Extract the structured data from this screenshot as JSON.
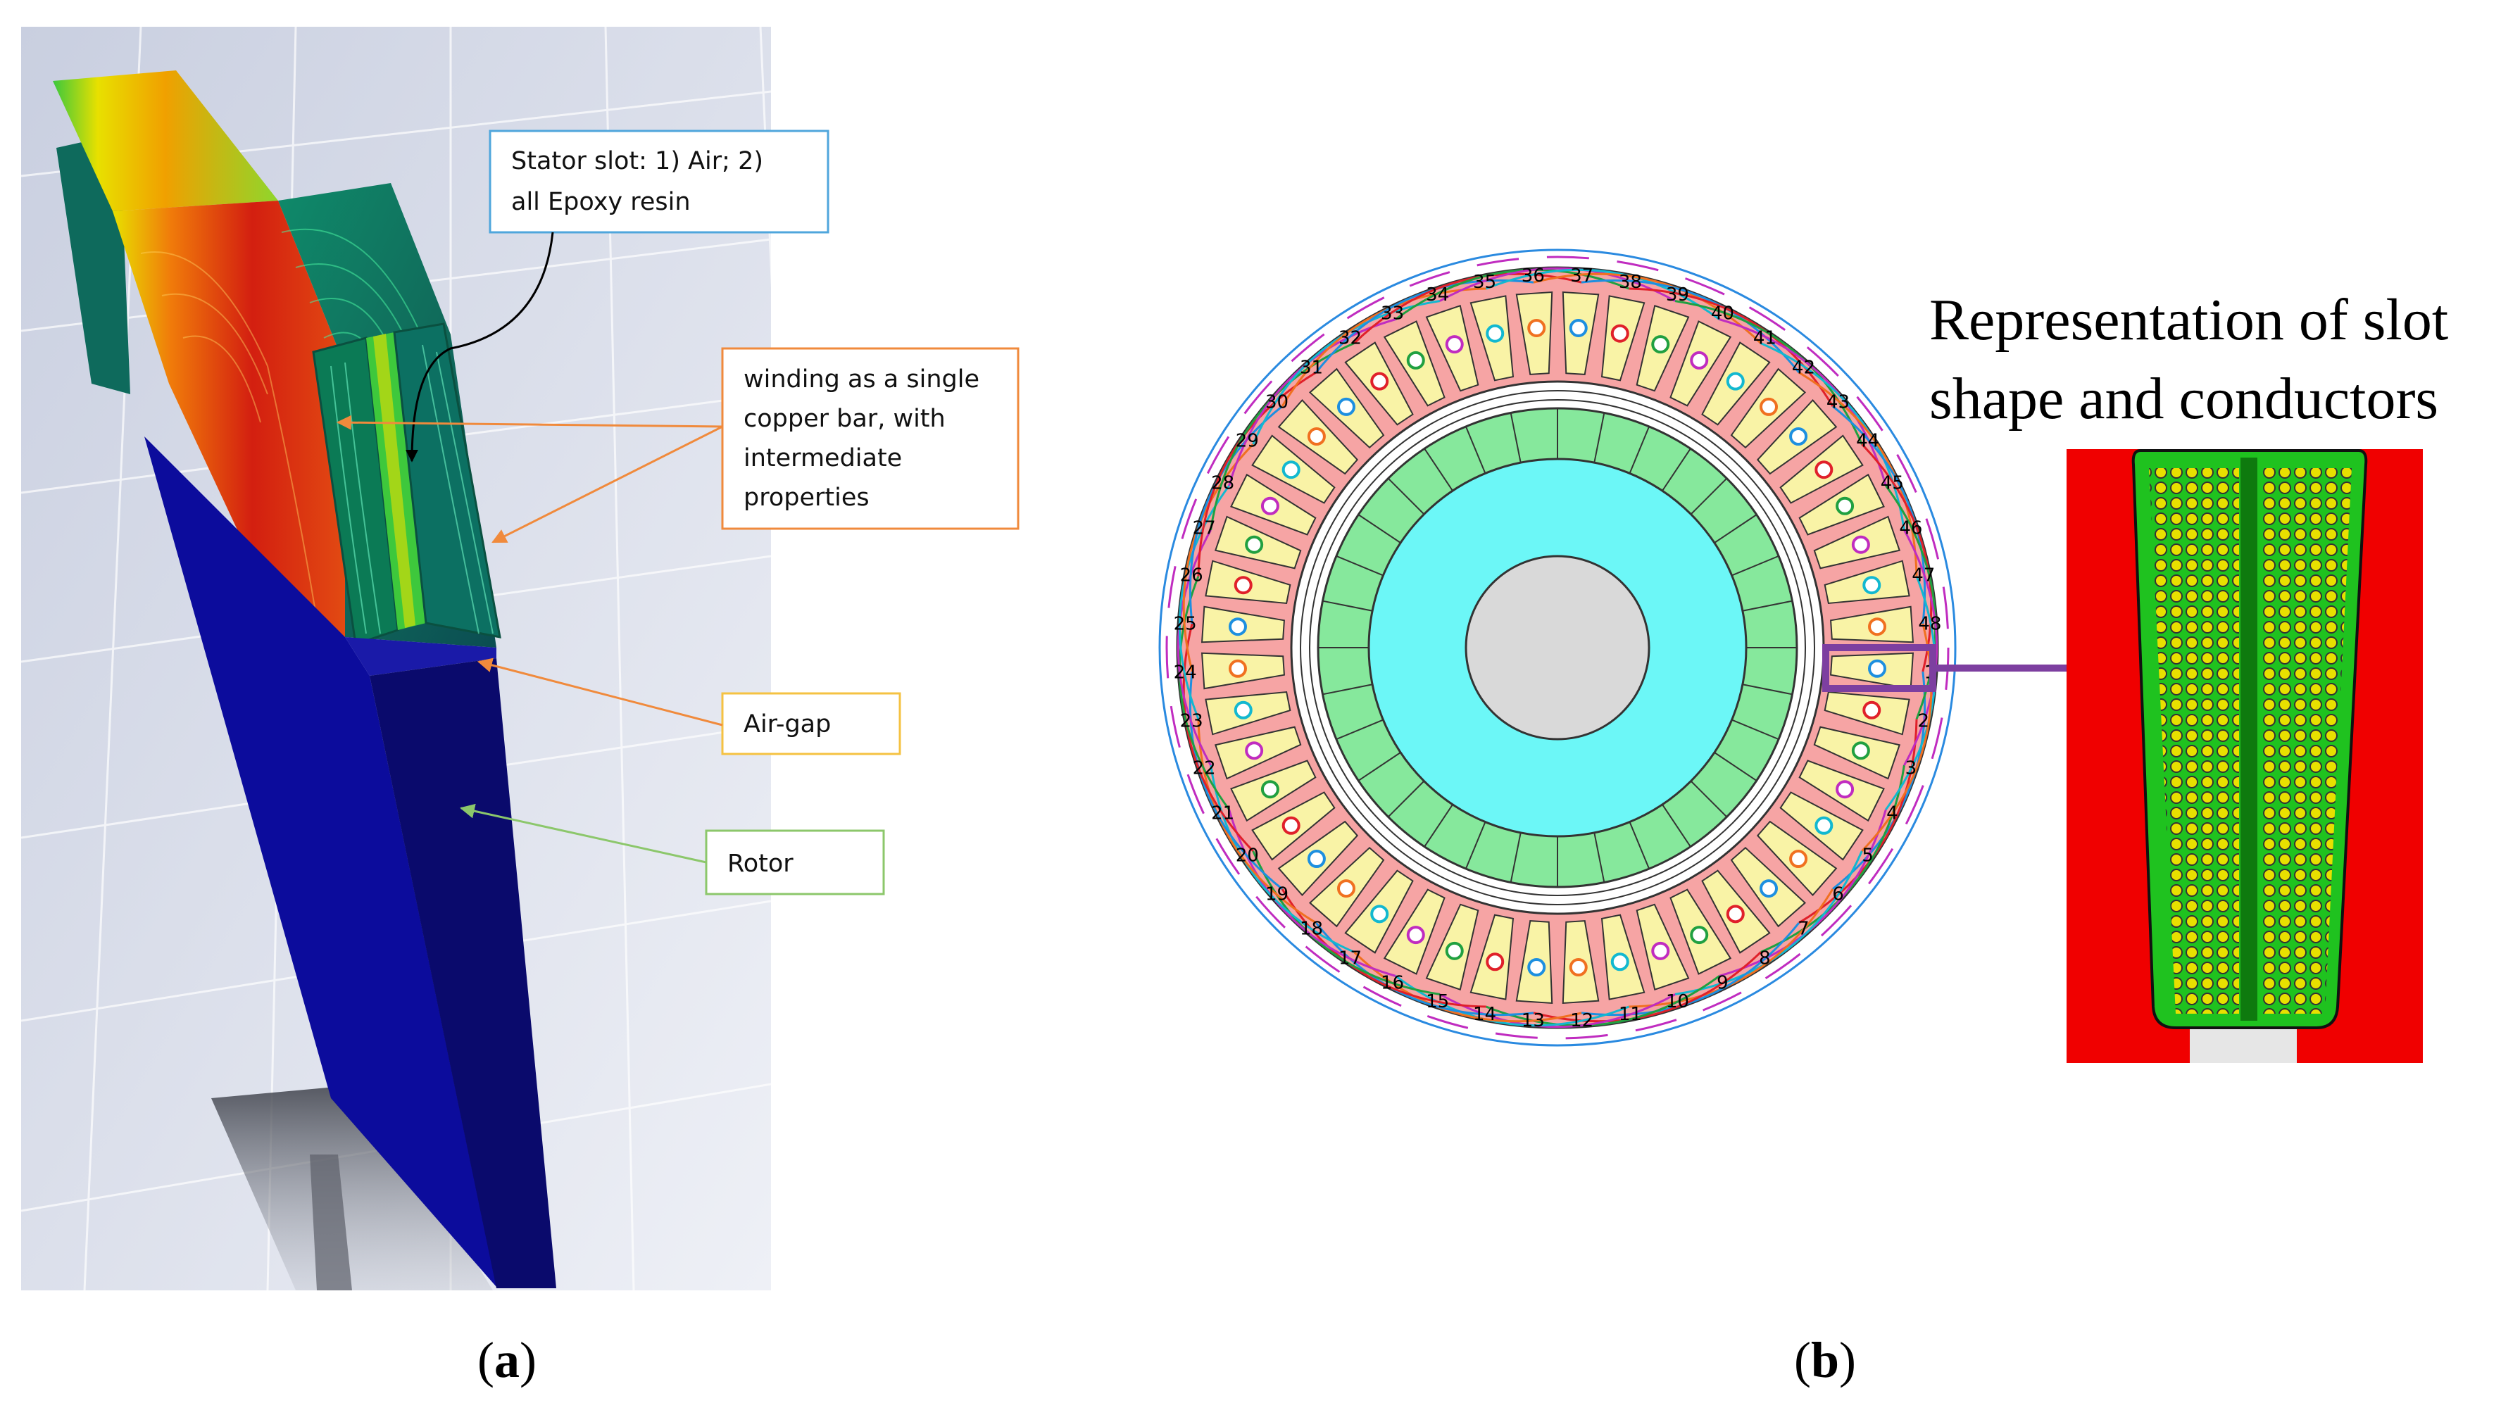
{
  "panel_a": {
    "caption_prefix": "(",
    "caption_letter": "a",
    "caption_suffix": ")",
    "callouts": {
      "stator_slot": [
        "Stator slot: 1) Air; 2)",
        "all Epoxy resin"
      ],
      "winding": [
        "winding as a single",
        "copper bar, with",
        "intermediate",
        "properties"
      ],
      "air_gap": [
        "Air-gap"
      ],
      "rotor": [
        "Rotor"
      ]
    }
  },
  "panel_b": {
    "caption_prefix": "(",
    "caption_letter": "b",
    "caption_suffix": ")",
    "inset_title": [
      "Representation of slot",
      "shape and conductors"
    ],
    "slot_count": 48,
    "slot_label_sequence": [
      1,
      2,
      3,
      4,
      5,
      6,
      7,
      8,
      9,
      10,
      11,
      12,
      13,
      14,
      15,
      16,
      17,
      18,
      19,
      20,
      21,
      22,
      23,
      24,
      25,
      26,
      27,
      28,
      29,
      30,
      31,
      32,
      33,
      34,
      35,
      36,
      37,
      38,
      39,
      40,
      41,
      42,
      43,
      44,
      45,
      46,
      47,
      48
    ]
  },
  "colors": {
    "rotor_blue": "#0a0a8c",
    "stator_red": "#e23418",
    "callout_blue": "#4fa6dc",
    "callout_orange": "#f08a3c",
    "callout_yellow": "#f5c242",
    "callout_green": "#8cc76b",
    "arrow_purple": "#7d3fa0",
    "slot_red": "#f00000",
    "slot_green": "#1fc21f",
    "conductor_yellow": "#e8e000",
    "shaft_grey": "#d9d9d9",
    "rotor_cyan": "#6cf7f7",
    "magnet_green": "#86e89c",
    "stator_pink": "#f6a4a4",
    "slot_yellow": "#f9f3a6"
  }
}
